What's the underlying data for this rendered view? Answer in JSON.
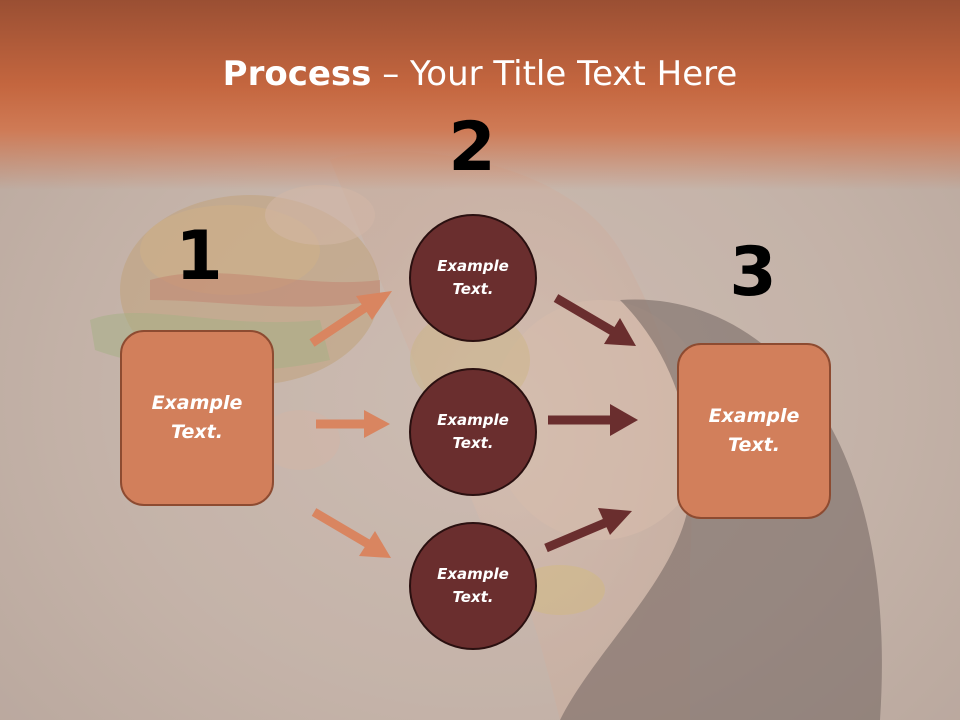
{
  "title": {
    "bold": "Process",
    "separator": " – ",
    "rest": "Your Title Text Here"
  },
  "steps": [
    {
      "number": "1",
      "box_label_line1": "Example",
      "box_label_line2": "Text."
    },
    {
      "number": "2"
    },
    {
      "number": "3",
      "box_label_line1": "Example",
      "box_label_line2": "Text."
    }
  ],
  "circles": [
    {
      "line1": "Example",
      "line2": "Text."
    },
    {
      "line1": "Example",
      "line2": "Text."
    },
    {
      "line1": "Example",
      "line2": "Text."
    }
  ],
  "colors": {
    "header_band": "#c4663f",
    "box_fill": "#d27f5b",
    "circle_fill": "#6a2e2e",
    "arrow_light": "#d98560",
    "arrow_dark": "#6a2e2e"
  }
}
